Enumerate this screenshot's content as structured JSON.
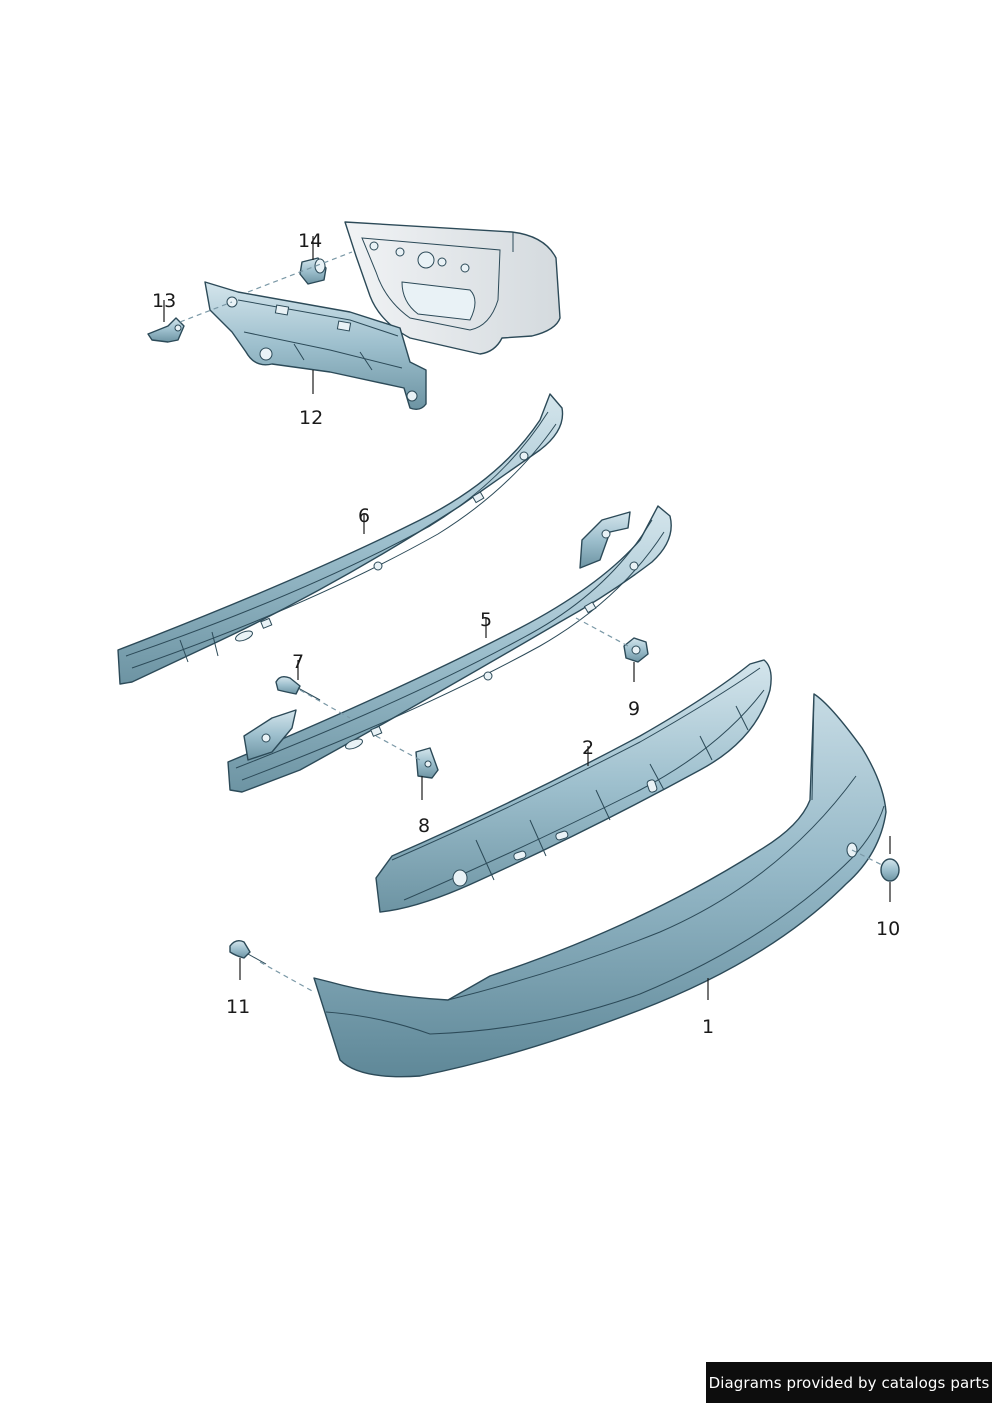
{
  "callouts": {
    "c1": "1",
    "c2": "2",
    "c5": "5",
    "c6": "6",
    "c7": "7",
    "c8": "8",
    "c9": "9",
    "c10": "10",
    "c11": "11",
    "c12": "12",
    "c13": "13",
    "c14": "14"
  },
  "footer": {
    "text": "Diagrams provided by catalogs parts"
  },
  "colors": {
    "part_light": "#c9dde5",
    "part_mid": "#8fb2c2",
    "part_dark": "#5e8797",
    "outline": "#2c4a58",
    "body_panel": "#e4e8ec"
  }
}
